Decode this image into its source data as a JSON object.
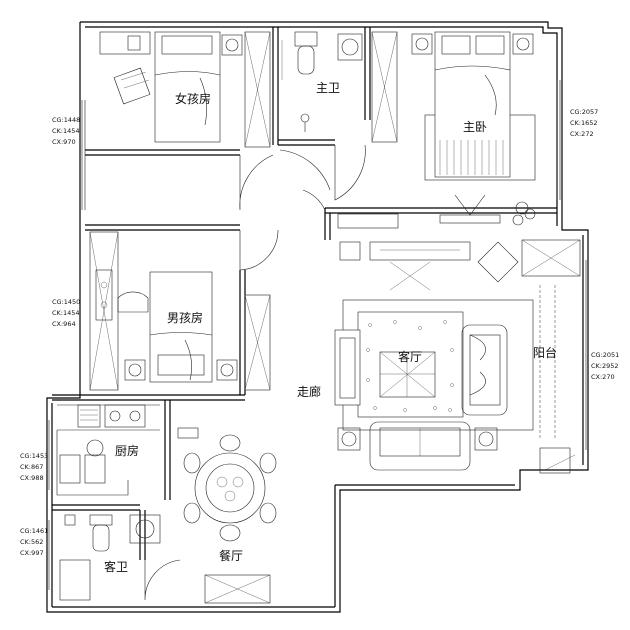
{
  "rooms": {
    "girls_room": "女孩房",
    "master_bath": "主卫",
    "master_bedroom": "主卧",
    "boys_room": "男孩房",
    "living_room": "客厅",
    "balcony": "阳台",
    "corridor": "走廊",
    "kitchen": "厨房",
    "guest_bath": "客卫",
    "dining_room": "餐厅"
  },
  "dimensions": {
    "girls_room": [
      "CG:1448",
      "CK:1454",
      "CX:970"
    ],
    "master_bedroom": [
      "CG:2057",
      "CK:1652",
      "CX:272"
    ],
    "boys_room": [
      "CG:1450",
      "CK:1454",
      "CX:964"
    ],
    "balcony": [
      "CG:2051",
      "CK:2952",
      "CX:270"
    ],
    "kitchen": [
      "CG:1453",
      "CK:867",
      "CX:988"
    ],
    "guest_bath": [
      "CG:1461",
      "CK:562",
      "CX:997"
    ]
  },
  "colors": {
    "line": "#000000",
    "background": "#ffffff"
  }
}
